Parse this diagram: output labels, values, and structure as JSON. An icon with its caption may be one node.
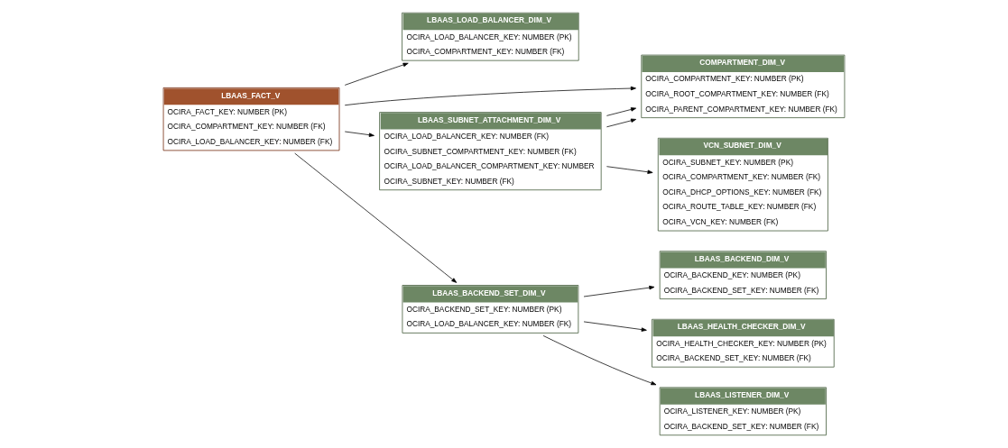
{
  "diagram": {
    "nodes": [
      {
        "text": [
          "LBAAS_LOAD_BALANCER_DIM_V",
          "OCIRA_LOAD_BALANCER_KEY: NUMBER (PK)",
          "OCIRA_COMPARTMENT_KEY: NUMBER (FK)"
        ]
      },
      {
        "text": [
          "COMPARTMENT_DIM_V",
          "OCIRA_COMPARTMENT_KEY: NUMBER (PK)",
          "OCIRA_ROOT_COMPARTMENT_KEY: NUMBER (FK)",
          "OCIRA_PARENT_COMPARTMENT_KEY: NUMBER (FK)"
        ]
      },
      {
        "text": [
          "LBAAS_BACKEND_DIM_V",
          "OCIRA_BACKEND_KEY: NUMBER (PK)",
          "OCIRA_BACKEND_SET_KEY: NUMBER (FK)"
        ]
      },
      {
        "text": [
          "LBAAS_SUBNET_ATTACHMENT_DIM_V",
          "OCIRA_LOAD_BALANCER_KEY: NUMBER (FK)",
          "OCIRA_SUBNET_COMPARTMENT_KEY: NUMBER (FK)",
          "OCIRA_LOAD_BALANCER_COMPARTMENT_KEY: NUMBER",
          "OCIRA_SUBNET_KEY: NUMBER (FK)"
        ]
      },
      {
        "text": [
          "LBAAS_FACT_V",
          "OCIRA_FACT_KEY: NUMBER (PK)",
          "OCIRA_COMPARTMENT_KEY: NUMBER (FK)",
          "OCIRA_LOAD_BALANCER_KEY: NUMBER (FK)"
        ]
      },
      {
        "text": [
          "LBAAS_BACKEND_SET_DIM_V",
          "OCIRA_BACKEND_SET_KEY: NUMBER (PK)",
          "OCIRA_LOAD_BALANCER_KEY: NUMBER (FK)"
        ]
      },
      {
        "text": [
          "VCN_SUBNET_DIM_V",
          "OCIRA_SUBNET_KEY: NUMBER (PK)",
          "OCIRA_COMPARTMENT_KEY: NUMBER (FK)",
          "OCIRA_DHCP_OPTIONS_KEY: NUMBER (FK)",
          "OCIRA_ROUTE_TABLE_KEY: NUMBER (FK)",
          "OCIRA_VCN_KEY: NUMBER (FK)"
        ]
      },
      {
        "text": [
          "LBAAS_HEALTH_CHECKER_DIM_V",
          "OCIRA_HEALTH_CHECKER_KEY: NUMBER (PK)",
          "OCIRA_BACKEND_SET_KEY: NUMBER (FK)"
        ]
      },
      {
        "text": [
          "LBAAS_LISTENER_DIM_V",
          "OCIRA_LISTENER_KEY: NUMBER (PK)",
          "OCIRA_BACKEND_SET_KEY: NUMBER (FK)"
        ]
      }
    ],
    "edges": [
      {
        "from": 4,
        "to": 0,
        "arrow": "to"
      },
      {
        "from": 4,
        "to": 3,
        "arrow": "to"
      },
      {
        "from": 4,
        "to": 1,
        "arrow": "to"
      },
      {
        "from": 4,
        "to": 5,
        "arrow": "to"
      },
      {
        "from": 3,
        "to": 1,
        "arrow": "to"
      },
      {
        "from": 3,
        "to": 1,
        "arrow": "to"
      },
      {
        "from": 3,
        "to": 6,
        "arrow": "to"
      },
      {
        "from": 5,
        "to": 2,
        "arrow": "to"
      },
      {
        "from": 5,
        "to": 7,
        "arrow": "to"
      },
      {
        "from": 5,
        "to": 8,
        "arrow": "to"
      }
    ]
  }
}
